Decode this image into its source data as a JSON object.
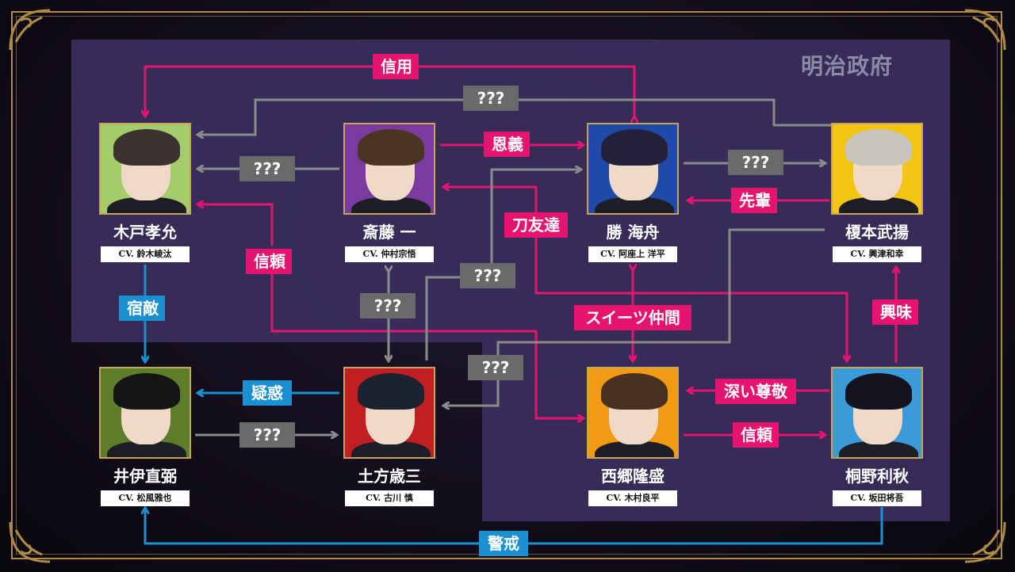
{
  "region_title": "明治政府",
  "characters": [
    {
      "key": "kido",
      "name": "木戸孝允",
      "cv": "CV. 鈴木崚汰",
      "bg": "#a5cc6b",
      "hair": "#3b3330"
    },
    {
      "key": "saito",
      "name": "斎藤 一",
      "cv": "CV. 仲村宗悟",
      "bg": "#7a3aa0",
      "hair": "#4a3524"
    },
    {
      "key": "katsu",
      "name": "勝 海舟",
      "cv": "CV. 阿座上 洋平",
      "bg": "#1f4aa8",
      "hair": "#24203a"
    },
    {
      "key": "enomoto",
      "name": "榎本武揚",
      "cv": "CV. 興津和幸",
      "bg": "#f2c414",
      "hair": "#c9c4bd"
    },
    {
      "key": "ii",
      "name": "井伊直弼",
      "cv": "CV. 松風雅也",
      "bg": "#5e7d2a",
      "hair": "#151515"
    },
    {
      "key": "hijikata",
      "name": "土方歳三",
      "cv": "CV. 古川 慎",
      "bg": "#c21f25",
      "hair": "#1c2230"
    },
    {
      "key": "saigo",
      "name": "西郷隆盛",
      "cv": "CV. 木村良平",
      "bg": "#f39a14",
      "hair": "#4a3020"
    },
    {
      "key": "kirino",
      "name": "桐野利秋",
      "cv": "CV. 坂田将吾",
      "bg": "#3a9bd8",
      "hair": "#141420"
    }
  ],
  "relations": {
    "shinyo": "信用",
    "q1": "???",
    "ongi": "恩義",
    "q2": "???",
    "q3": "???",
    "senpai": "先輩",
    "katana": "刀友達",
    "shinrai1": "信頼",
    "q4": "???",
    "q5": "???",
    "sweets": "スイーツ仲間",
    "kyomi": "興味",
    "shukuteki": "宿敵",
    "gi": "疑惑",
    "q6": "???",
    "q7": "???",
    "fukai": "深い尊敬",
    "shinrai2": "信頼",
    "keikai": "警戒"
  },
  "colors": {
    "pink": "#e6136f",
    "blue": "#1a8fd1",
    "gray": "#6a6a6a",
    "gold": "#c8a35a",
    "region": "#3a2f5c"
  }
}
